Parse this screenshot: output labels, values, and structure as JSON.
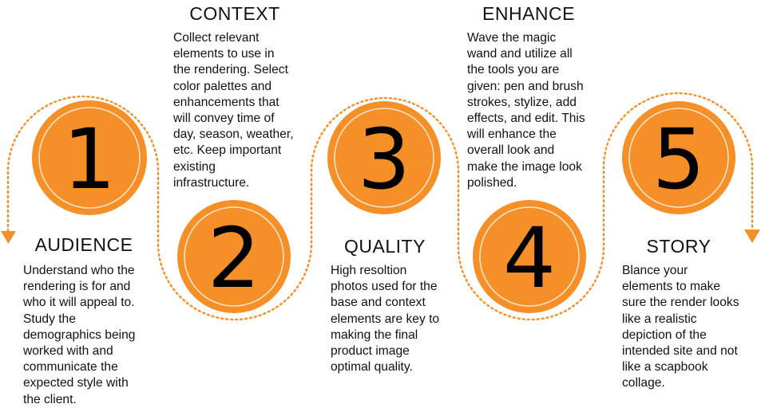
{
  "colors": {
    "accent": "#F58F27",
    "ring": "#FCE3C6",
    "text": "#111111",
    "background": "#FFFFFF"
  },
  "steps": [
    {
      "number": "1",
      "title": "AUDIENCE",
      "text": "Understand who the\nrendering is for and\nwho it will appeal to.\nStudy the\ndemographics being\nworked with and\ncommunicate the\nexpected style with\nthe client."
    },
    {
      "number": "2",
      "title": "CONTEXT",
      "text": "Collect relevant\nelements to use in\nthe rendering. Select\ncolor palettes and\nenhancements that\nwill convey time of\nday, season, weather,\netc. Keep important\nexisting\ninfrastructure."
    },
    {
      "number": "3",
      "title": "QUALITY",
      "text": "High resoltion\nphotos used for the\nbase and context\nelements are key to\nmaking the final\nproduct image\noptimal quality."
    },
    {
      "number": "4",
      "title": "ENHANCE",
      "text": "Wave the magic\nwand and utilize all\nthe tools you are\ngiven: pen and brush\nstrokes, stylize, add\neffects, and edit. This\nwill enhance the\noverall look and\nmake the image look\npolished."
    },
    {
      "number": "5",
      "title": "STORY",
      "text": "Blance your\nelements to make\nsure the render looks\nlike a realistic\ndepiction of the\nintended site and not\nlike a scapbook\ncollage."
    }
  ],
  "icons": {
    "start_arrow": "arrow-down-icon",
    "end_arrow": "arrow-down-icon"
  }
}
